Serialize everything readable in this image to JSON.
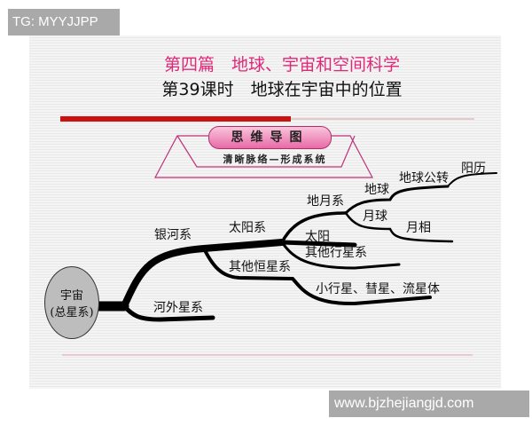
{
  "watermarks": {
    "top_left": "TG: MYYJJPP",
    "bottom_right": "www.bjzhejiangjd.com"
  },
  "header": {
    "title": "第四篇　地球、宇宙和空间科学",
    "subtitle": "第39课时　地球在宇宙中的位置"
  },
  "banner": {
    "title": "思维导图",
    "subtitle": "清晰脉络—形成系统"
  },
  "colors": {
    "title": "#e0287a",
    "rule": "#cc1111",
    "banner": "#e86aa6"
  },
  "mindmap": {
    "root": {
      "line1": "宇宙",
      "line2": "(总星系)"
    },
    "nodes": {
      "milky_way": "银河系",
      "solar_system": "太阳系",
      "earth_moon": "地月系",
      "earth": "地球",
      "earth_revolution": "地球公转",
      "solar_calendar": "阳历",
      "moon": "月球",
      "moon_phase": "月相",
      "sun": "太阳",
      "other_planets": "其他行星系",
      "other_stars": "其他恒星系",
      "small_bodies": "小行星、彗星、流星体",
      "extragalactic": "河外星系"
    }
  }
}
